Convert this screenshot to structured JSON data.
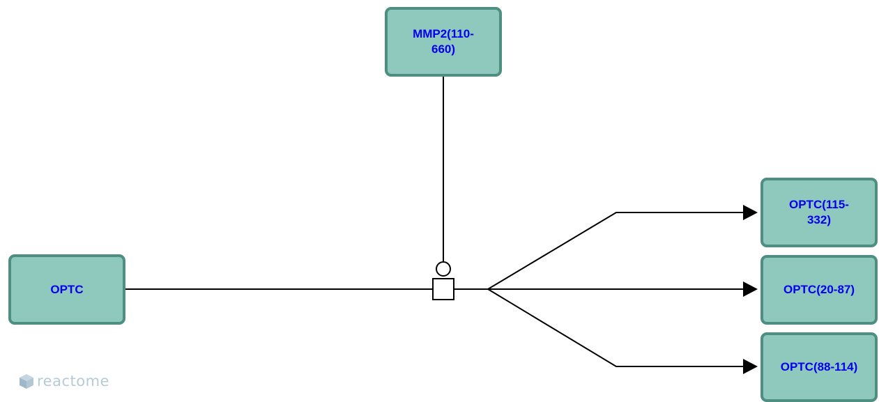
{
  "diagram": {
    "entities": [
      {
        "id": "mmp2",
        "label": "MMP2(110-\n660)",
        "role": "catalyst"
      },
      {
        "id": "optc",
        "label": "OPTC",
        "role": "input"
      },
      {
        "id": "p1",
        "label": "OPTC(115-\n332)",
        "role": "output"
      },
      {
        "id": "p2",
        "label": "OPTC(20-87)",
        "role": "output"
      },
      {
        "id": "p3",
        "label": "OPTC(88-114)",
        "role": "output"
      }
    ],
    "edges": [
      {
        "from": "optc",
        "to": "reaction",
        "type": "input"
      },
      {
        "from": "mmp2",
        "to": "reaction",
        "type": "catalysis"
      },
      {
        "from": "reaction",
        "to": "p1",
        "type": "output"
      },
      {
        "from": "reaction",
        "to": "p2",
        "type": "output"
      },
      {
        "from": "reaction",
        "to": "p3",
        "type": "output"
      }
    ],
    "colors": {
      "node_fill": "#8fc8bd",
      "node_border": "#4e8f82",
      "label_text": "#0000ee",
      "edge": "#000000",
      "logo": "#b6cbd6"
    }
  },
  "brand": {
    "logo_text": "reactome",
    "icon": "reactome-logo-icon"
  }
}
